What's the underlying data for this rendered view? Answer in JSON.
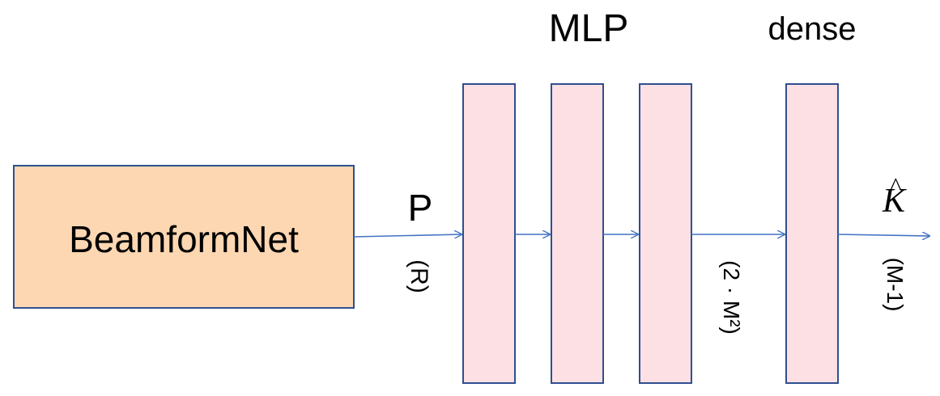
{
  "diagram": {
    "source_block": {
      "label": "BeamformNet",
      "fill": "#fdd7b2",
      "stroke": "#2f4f8f"
    },
    "input_label": "P",
    "input_dim": "(R)",
    "mlp_label": "MLP",
    "dense_label": "dense",
    "hidden_dim": "(2 · M²)",
    "output_label": "K",
    "output_hat": "^",
    "output_dim": "(M-1)",
    "layer_fill": "#fde0e4",
    "layer_stroke": "#2f4f8f",
    "arrow_color": "#4472c4"
  }
}
